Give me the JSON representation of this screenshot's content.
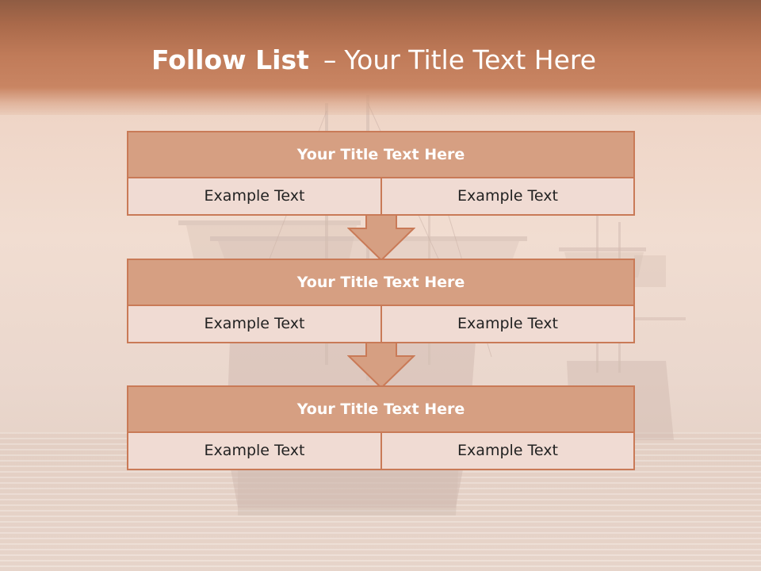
{
  "title": {
    "bold_part": "Follow List",
    "separator": "–",
    "rest": "Your Title Text Here"
  },
  "blocks": [
    {
      "heading": "Your Title Text Here",
      "left_text": "Example Text",
      "right_text": "Example Text"
    },
    {
      "heading": "Your Title Text Here",
      "left_text": "Example Text",
      "right_text": "Example Text"
    },
    {
      "heading": "Your Title Text Here",
      "left_text": "Example Text",
      "right_text": "Example Text"
    }
  ],
  "colors": {
    "header_band": "#b06f50",
    "block_header_fill": "#d69f82",
    "block_border": "#c97a57",
    "cell_fill": "#f0dbd3",
    "arrow_fill": "#d69f82"
  },
  "icons": [
    "down-arrow-icon",
    "down-arrow-icon"
  ]
}
